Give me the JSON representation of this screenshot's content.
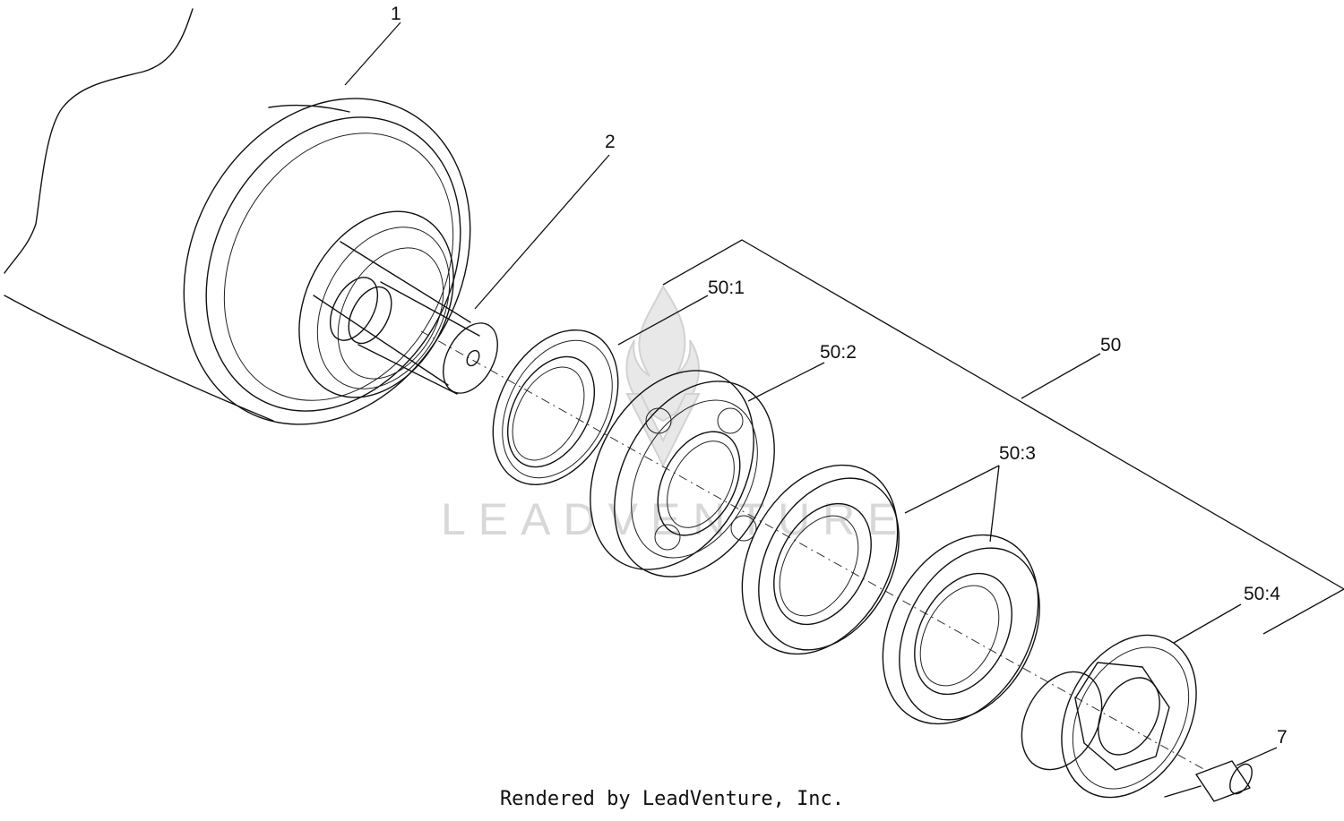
{
  "watermark": {
    "brand": "LEADVENTURE"
  },
  "callouts": {
    "part_1": "1",
    "part_2": "2",
    "part_50": "50",
    "part_50_1": "50:1",
    "part_50_2": "50:2",
    "part_50_3": "50:3",
    "part_50_4": "50:4",
    "part_7": "7"
  },
  "footer": {
    "credit": "Rendered by LeadVenture, Inc."
  },
  "colors": {
    "line": "#111111",
    "watermark": "#d8d8d8",
    "background": "#ffffff"
  }
}
